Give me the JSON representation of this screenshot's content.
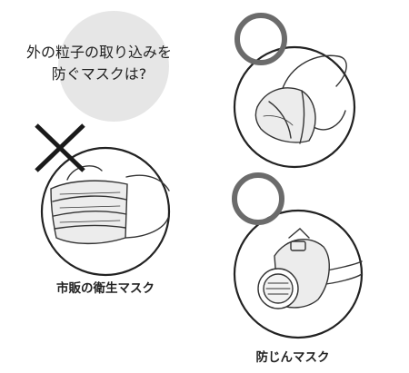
{
  "question": {
    "line1": "外の粒子の取り込みを",
    "line2": "防ぐマスクは?"
  },
  "items": [
    {
      "label": "市販の衛生マスク",
      "mark": "cross",
      "icon": "surgical-mask-icon"
    },
    {
      "label": "",
      "mark": "circle",
      "icon": "n95-mask-icon"
    },
    {
      "label": "防じんマスク",
      "mark": "circle",
      "icon": "respirator-mask-icon"
    }
  ],
  "colors": {
    "bubble": "#e6e6e6",
    "circle_mark": "#6b6b6b",
    "cross_mark": "#1a1a1a",
    "outline": "#222222"
  }
}
